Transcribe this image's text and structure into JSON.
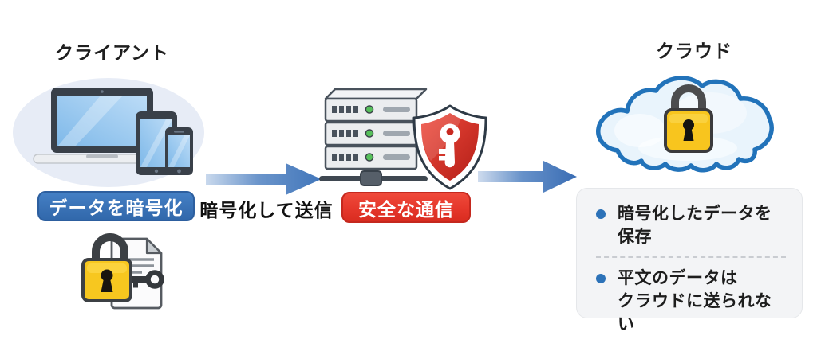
{
  "client": {
    "title": "クライアント",
    "encrypt_badge": "データを暗号化",
    "devices_icon": "laptop-tablet-smartphone",
    "encrypt_icon": "padlock-key-document"
  },
  "transit": {
    "arrow_label": "暗号化して送信",
    "server_icon": "server-stack-with-green-leds",
    "shield_icon": "red-shield-with-white-key",
    "secure_badge": "安全な通信"
  },
  "cloud": {
    "title": "クラウド",
    "icon": "cloud-with-yellow-padlock",
    "notes": [
      {
        "lines": [
          "暗号化したデータを",
          "保存"
        ]
      },
      {
        "lines": [
          "平文のデータは",
          "クラウドに送られない"
        ]
      }
    ]
  },
  "colors": {
    "accent_blue": "#3a72b6",
    "accent_red": "#e5372b",
    "arrow_blue": "#4579bd",
    "cloud_outline": "#2273ba",
    "device_screen_blue": "#9ecdf2",
    "lock_yellow": "#f8c51e",
    "led_green": "#57c05b",
    "bullet_blue": "#2c72b8",
    "panel_bg": "#f3f4f6",
    "ellipse_bg": "#e7ecf6"
  }
}
